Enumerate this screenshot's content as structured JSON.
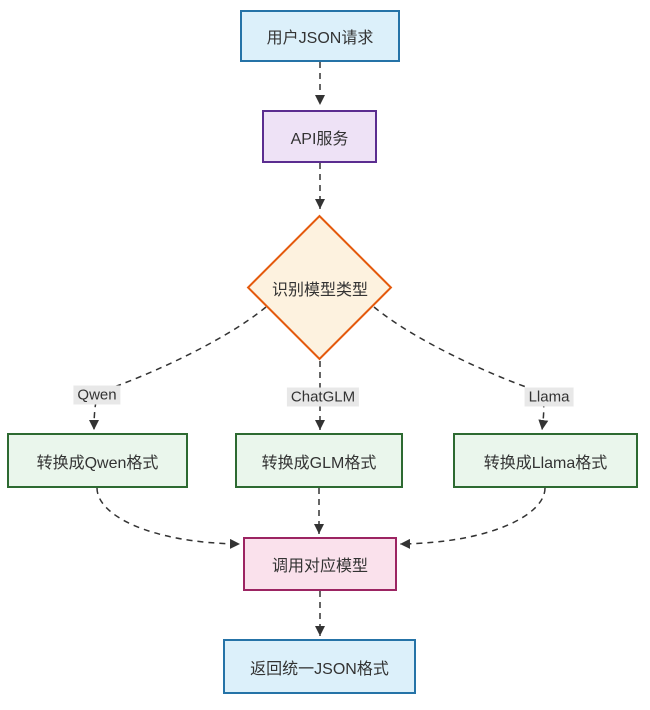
{
  "diagram": {
    "type": "flowchart",
    "direction": "top-down",
    "nodes": {
      "user_request": {
        "label": "用户JSON请求",
        "shape": "rect",
        "style": "blue"
      },
      "api_service": {
        "label": "API服务",
        "shape": "rect",
        "style": "purple"
      },
      "detect_model": {
        "label": "识别模型类型",
        "shape": "diamond",
        "style": "orange"
      },
      "convert_qwen": {
        "label": "转换成Qwen格式",
        "shape": "rect",
        "style": "green"
      },
      "convert_glm": {
        "label": "转换成GLM格式",
        "shape": "rect",
        "style": "green"
      },
      "convert_llama": {
        "label": "转换成Llama格式",
        "shape": "rect",
        "style": "green"
      },
      "call_model": {
        "label": "调用对应模型",
        "shape": "rect",
        "style": "pink"
      },
      "return_unified": {
        "label": "返回统一JSON格式",
        "shape": "rect",
        "style": "blue"
      }
    },
    "edge_labels": {
      "qwen": "Qwen",
      "chatglm": "ChatGLM",
      "llama": "Llama"
    },
    "edges": [
      {
        "from": "user_request",
        "to": "api_service",
        "style": "dashed-arrow"
      },
      {
        "from": "api_service",
        "to": "detect_model",
        "style": "dashed-arrow"
      },
      {
        "from": "detect_model",
        "to": "convert_qwen",
        "label": "Qwen",
        "style": "dashed-arrow"
      },
      {
        "from": "detect_model",
        "to": "convert_glm",
        "label": "ChatGLM",
        "style": "dashed-arrow"
      },
      {
        "from": "detect_model",
        "to": "convert_llama",
        "label": "Llama",
        "style": "dashed-arrow"
      },
      {
        "from": "convert_qwen",
        "to": "call_model",
        "style": "dashed-arrow"
      },
      {
        "from": "convert_glm",
        "to": "call_model",
        "style": "dashed-arrow"
      },
      {
        "from": "convert_llama",
        "to": "call_model",
        "style": "dashed-arrow"
      },
      {
        "from": "call_model",
        "to": "return_unified",
        "style": "dashed-arrow"
      }
    ]
  },
  "colors": {
    "edge": "#333333",
    "text": "#333333",
    "label-bg": "#e8e8e8",
    "blue-fill": "#dcf0fa",
    "blue-stroke": "#2573a7",
    "purple-fill": "#eee2f6",
    "purple-stroke": "#5b2d90",
    "orange-fill": "#fdf2df",
    "orange-stroke": "#e4590c",
    "green-fill": "#eaf6ec",
    "green-stroke": "#2d6a31",
    "pink-fill": "#fae1ec",
    "pink-stroke": "#9c2462"
  }
}
